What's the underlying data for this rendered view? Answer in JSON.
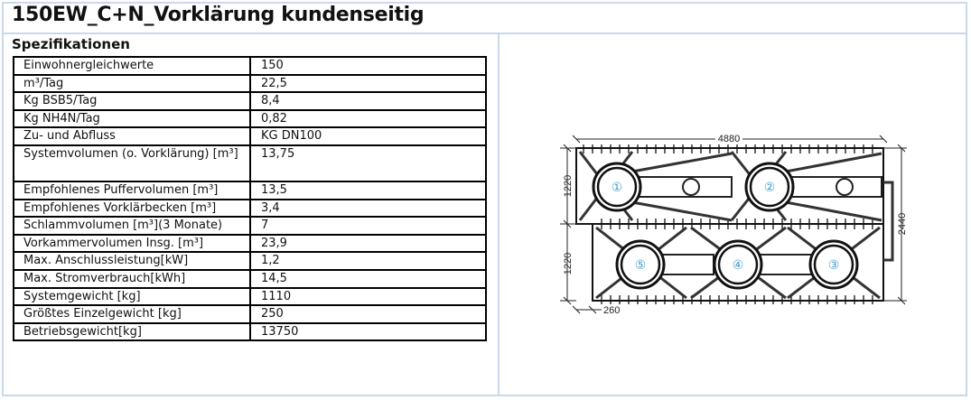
{
  "title": "150EW_C+N_Vorklärung kundenseitig",
  "section": "Spezifikationen",
  "rows": [
    {
      "label": "Einwohnergleichwerte",
      "value": "150"
    },
    {
      "label": "m³/Tag",
      "value": "22,5"
    },
    {
      "label": "Kg BSB5/Tag",
      "value": "8,4"
    },
    {
      "label": "Kg NH4N/Tag",
      "value": "0,82"
    },
    {
      "label": "Zu- und Abfluss",
      "value": "KG DN100"
    },
    {
      "label": "Systemvolumen (o. Vorklärung) [m³]",
      "value": "13,75"
    },
    {
      "label": "Empfohlenes Puffervolumen  [m³]",
      "value": "13,5"
    },
    {
      "label": "Empfohlenes Vorklärbecken [m³]",
      "value": "3,4"
    },
    {
      "label": "Schlammvolumen [m³](3 Monate)",
      "value": "7"
    },
    {
      "label": "Vorkammervolumen Insg. [m³]",
      "value": "23,9"
    },
    {
      "label": "Max. Anschlussleistung[kW]",
      "value": "1,2"
    },
    {
      "label": "Max. Stromverbrauch[kWh]",
      "value": "14,5"
    },
    {
      "label": "Systemgewicht [kg]",
      "value": "1110"
    },
    {
      "label": "Größtes Einzelgewicht [kg]",
      "value": "250"
    },
    {
      "label": "Betriebsgewicht[kg]",
      "value": "13750"
    }
  ],
  "drawing": {
    "width_label": "4880",
    "height_label": "2440",
    "half_height_top": "1220",
    "half_height_bottom": "1220",
    "offset_label": "260",
    "tanks": [
      "①",
      "②",
      "③",
      "④",
      "⑤"
    ],
    "number_color": "#4a9fd0"
  }
}
